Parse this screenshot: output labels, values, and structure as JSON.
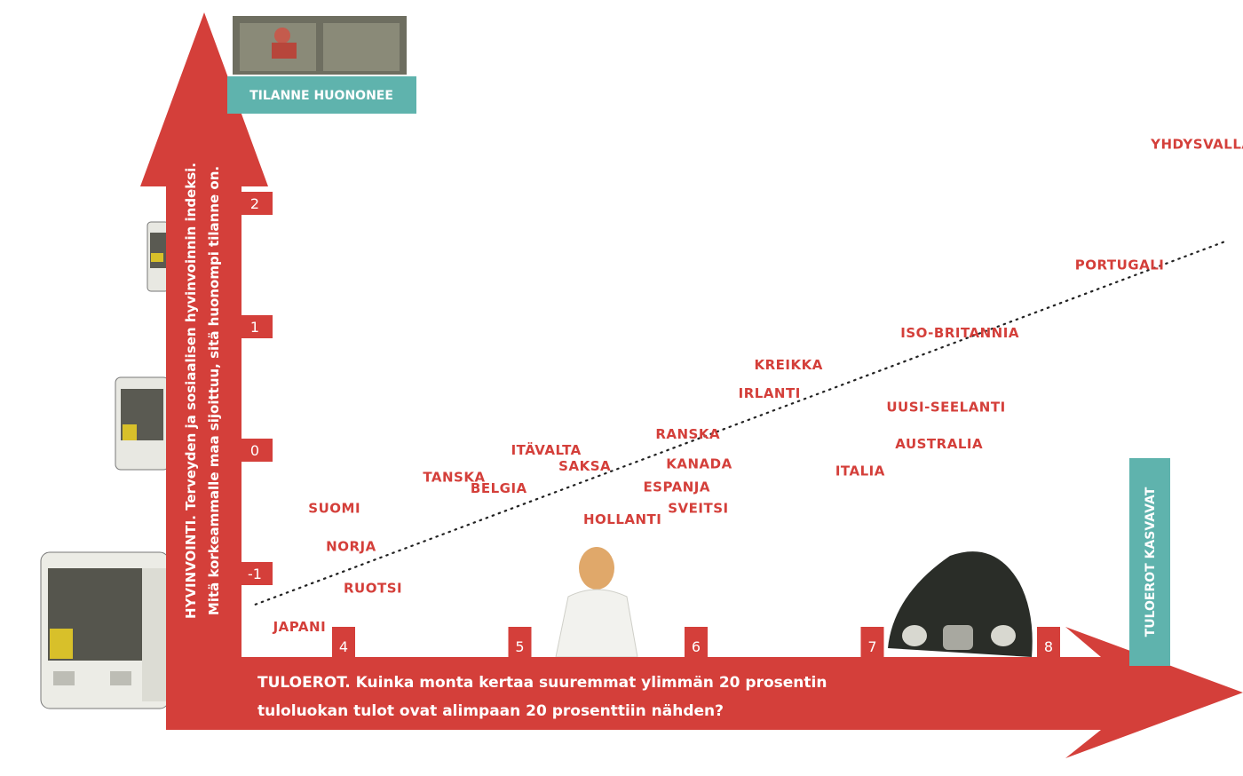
{
  "colors": {
    "arrow": "#d43f3a",
    "label": "#d43f3a",
    "teal": "#5fb3ad",
    "trend": "#222222"
  },
  "top_badge": "TILANNE HUONONEE",
  "right_badge": "TULOEROT KASVAVAT",
  "y_axis": {
    "line1": "HYVINVOINTI. Terveyden ja sosiaalisen hyvinvoinnin indeksi.",
    "line2": "Mitä korkeammalle maa sijoittuu, sitä huonompi tilanne on."
  },
  "x_axis": {
    "line1": "TULOEROT. Kuinka monta kertaa suuremmat ylimmän 20 prosentin",
    "line2": "tuloluokan tulot ovat alimpaan 20 prosenttiin nähden?"
  },
  "illustrations": [
    "trash-bin-person",
    "bus-small",
    "bus-medium",
    "bus-large",
    "woman-back",
    "jaguar-car"
  ],
  "chart_data": {
    "type": "scatter",
    "x_ticks": [
      4,
      5,
      6,
      7,
      8
    ],
    "y_ticks": [
      -1,
      0,
      1,
      2
    ],
    "xlim": [
      3.5,
      8.7
    ],
    "ylim": [
      -1.55,
      2.3
    ],
    "trendline": {
      "style": "dotted",
      "x": [
        3.5,
        9.0
      ],
      "y": [
        -1.25,
        1.69
      ]
    },
    "points": [
      {
        "label": "JAPANI",
        "x": 3.6,
        "y": -1.43
      },
      {
        "label": "RUOTSI",
        "x": 4.0,
        "y": -1.12
      },
      {
        "label": "NORJA",
        "x": 3.9,
        "y": -0.78
      },
      {
        "label": "SUOMI",
        "x": 3.8,
        "y": -0.47
      },
      {
        "label": "TANSKA",
        "x": 4.45,
        "y": -0.22
      },
      {
        "label": "BELGIA",
        "x": 4.72,
        "y": -0.31
      },
      {
        "label": "ITÄVALTA",
        "x": 4.95,
        "y": 0.0
      },
      {
        "label": "SAKSA",
        "x": 5.22,
        "y": -0.13
      },
      {
        "label": "HOLLANTI",
        "x": 5.36,
        "y": -0.56
      },
      {
        "label": "RANSKA",
        "x": 5.77,
        "y": 0.13
      },
      {
        "label": "KANADA",
        "x": 5.83,
        "y": -0.11
      },
      {
        "label": "ESPANJA",
        "x": 5.7,
        "y": -0.3
      },
      {
        "label": "SVEITSI",
        "x": 5.84,
        "y": -0.47
      },
      {
        "label": "IRLANTI",
        "x": 6.24,
        "y": 0.46
      },
      {
        "label": "KREIKKA",
        "x": 6.33,
        "y": 0.69
      },
      {
        "label": "ITALIA",
        "x": 6.79,
        "y": -0.17
      },
      {
        "label": "AUSTRALIA",
        "x": 7.13,
        "y": 0.05
      },
      {
        "label": "UUSI-SEELANTI",
        "x": 7.08,
        "y": 0.35
      },
      {
        "label": "ISO-BRITANNIA",
        "x": 7.16,
        "y": 0.95
      },
      {
        "label": "PORTUGALI",
        "x": 8.15,
        "y": 1.5
      },
      {
        "label": "YHDYSVALLAT",
        "x": 8.58,
        "y": 2.48
      }
    ]
  }
}
